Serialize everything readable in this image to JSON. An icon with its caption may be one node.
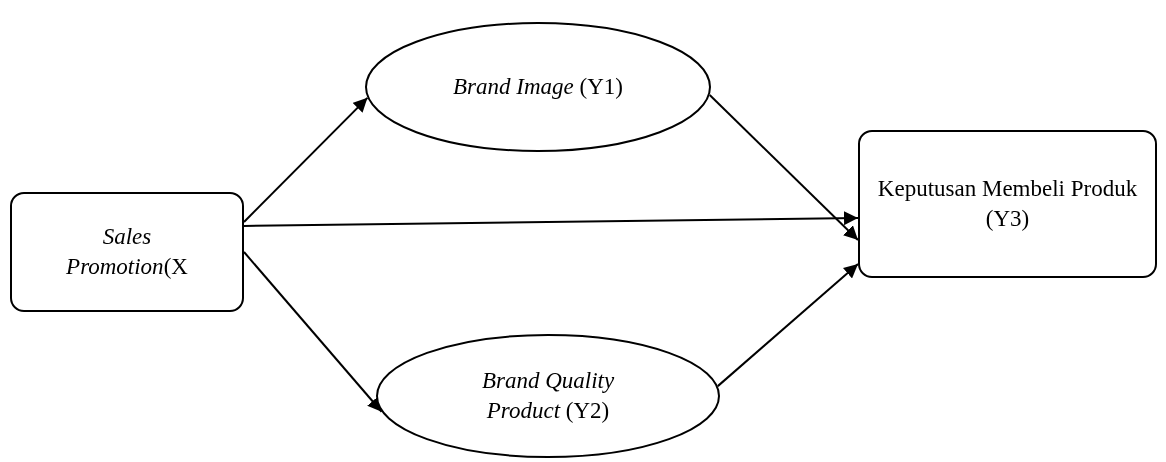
{
  "diagram": {
    "nodes": [
      {
        "text": [
          "*Sales Promotion*(X"
        ]
      },
      {
        "text": [
          "*Brand Image* (Y1)"
        ]
      },
      {
        "text": [
          "*Brand Quality Product* (Y2)"
        ]
      },
      {
        "text": [
          "Keputusan Membeli Produk (Y3)"
        ]
      }
    ],
    "edges": [
      {
        "from": 0,
        "to": 1,
        "arrow": "to"
      },
      {
        "from": 0,
        "to": 3,
        "arrow": "to"
      },
      {
        "from": 0,
        "to": 2,
        "arrow": "to"
      },
      {
        "from": 1,
        "to": 3,
        "arrow": "to"
      },
      {
        "from": 2,
        "to": 3,
        "arrow": "to"
      }
    ]
  }
}
